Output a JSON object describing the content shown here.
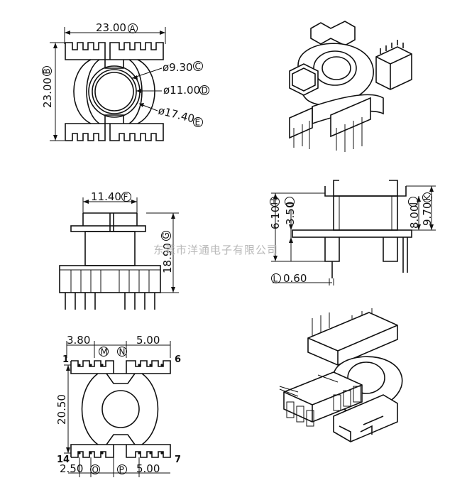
{
  "top_view": {
    "width": "23.00",
    "width_tag": "A",
    "height": "23.00",
    "height_tag": "B",
    "d1": "ø9.30",
    "d1_tag": "C",
    "d2": "ø11.00",
    "d2_tag": "D",
    "d3": "ø17.40",
    "d3_tag": "E"
  },
  "side_view": {
    "width": "11.40",
    "width_tag": "F",
    "height": "18.90",
    "height_tag": "G"
  },
  "front_view": {
    "h1": "6.10",
    "h1_tag": "H",
    "h2": "3.50",
    "h2_tag": "I",
    "h3": "8.00",
    "h3_tag": "J",
    "h4": "9.70",
    "h4_tag": "K",
    "pin_dia": "0.60",
    "pin_dia_tag": "L"
  },
  "bottom_view": {
    "pitch_left": "3.80",
    "pitch_left_tag": "M",
    "pitch_right": "5.00",
    "pitch_right_tag": "N",
    "height": "20.50",
    "pitch_bl": "2.50",
    "pitch_bl_tag": "O",
    "pitch_br": "5.00",
    "pitch_br_tag": "P",
    "pin_1": "1",
    "pin_6": "6",
    "pin_14": "14",
    "pin_7": "7"
  },
  "watermark": "东莞市洋通电子有限公司"
}
